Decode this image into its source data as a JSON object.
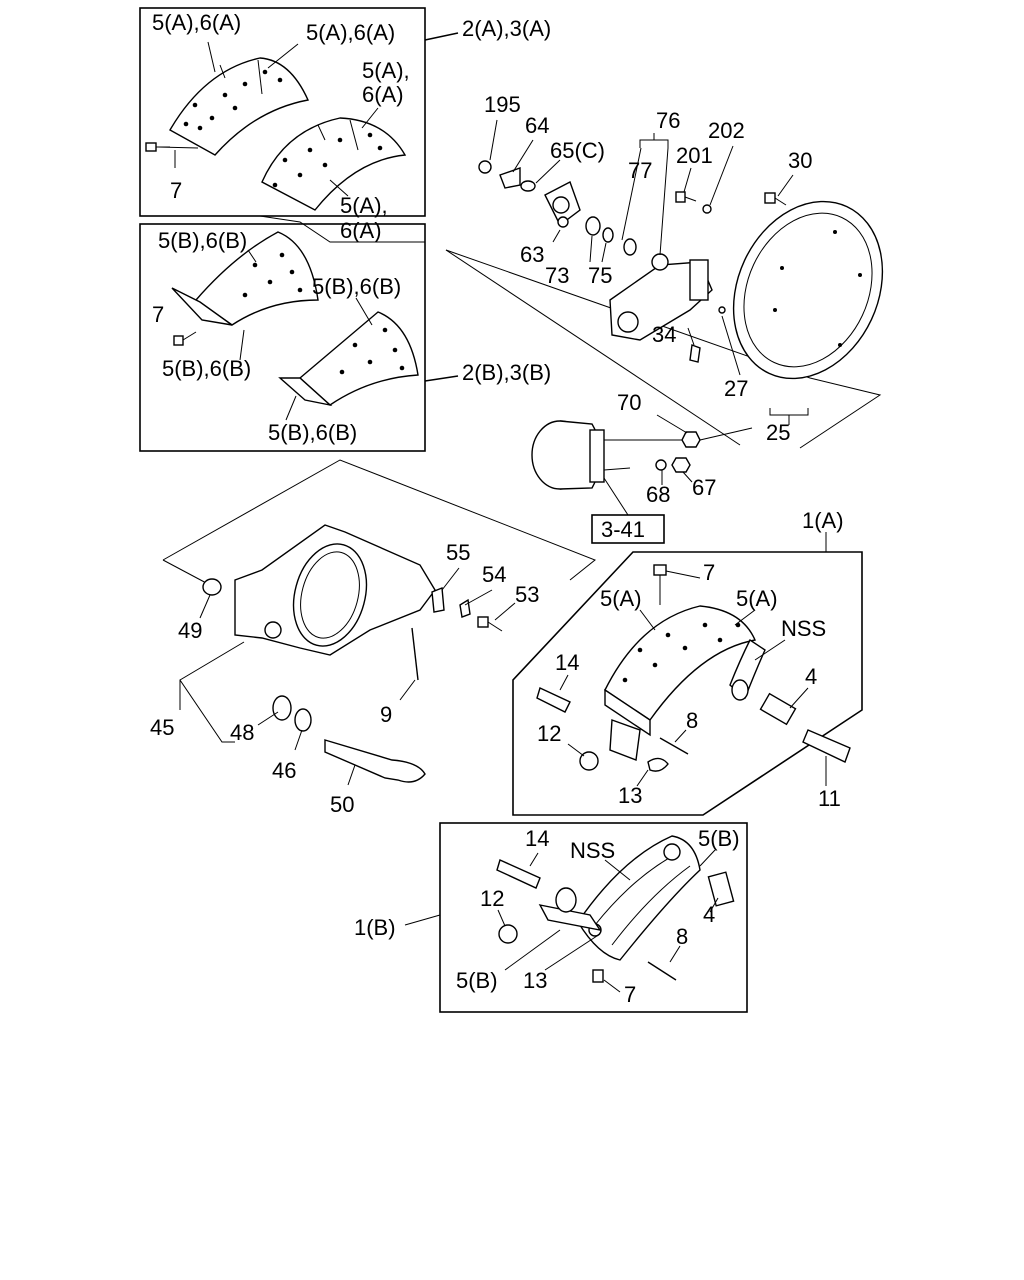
{
  "labels": {
    "kit_2a_3a": "2(A),3(A)",
    "kit_2b_3b": "2(B),3(B)",
    "lining_a_1": "5(A),6(A)",
    "lining_a_2": "5(A),6(A)",
    "lining_a_3a": "5(A),",
    "lining_a_3b": "6(A)",
    "lining_a_4a": "5(A),",
    "lining_a_4b": "6(A)",
    "rivet_a": "7",
    "lining_b_1": "5(B),6(B)",
    "lining_b_2": "5(B),6(B)",
    "lining_b_3": "5(B),6(B)",
    "lining_b_4": "5(B),6(B)",
    "rivet_b": "7",
    "p195": "195",
    "p64": "64",
    "p65c": "65(C)",
    "p76": "76",
    "p202": "202",
    "p77": "77",
    "p201": "201",
    "p30": "30",
    "p63": "63",
    "p73": "73",
    "p75": "75",
    "p34": "34",
    "p27": "27",
    "p25": "25",
    "p70": "70",
    "p68": "68",
    "p67": "67",
    "ref_3_41": "3-41",
    "p55": "55",
    "p54": "54",
    "p53": "53",
    "p49": "49",
    "p45": "45",
    "p48": "48",
    "p46": "46",
    "p50": "50",
    "p9": "9",
    "asm_1a": "1(A)",
    "a_7": "7",
    "a_5a_left": "5(A)",
    "a_5a_right": "5(A)",
    "a_nss": "NSS",
    "a_14": "14",
    "a_4": "4",
    "a_8": "8",
    "a_12": "12",
    "a_13": "13",
    "a_11": "11",
    "asm_1b": "1(B)",
    "b_14": "14",
    "b_nss": "NSS",
    "b_5b_top": "5(B)",
    "b_12": "12",
    "b_4": "4",
    "b_8": "8",
    "b_5b_bottom": "5(B)",
    "b_13": "13",
    "b_7": "7"
  }
}
